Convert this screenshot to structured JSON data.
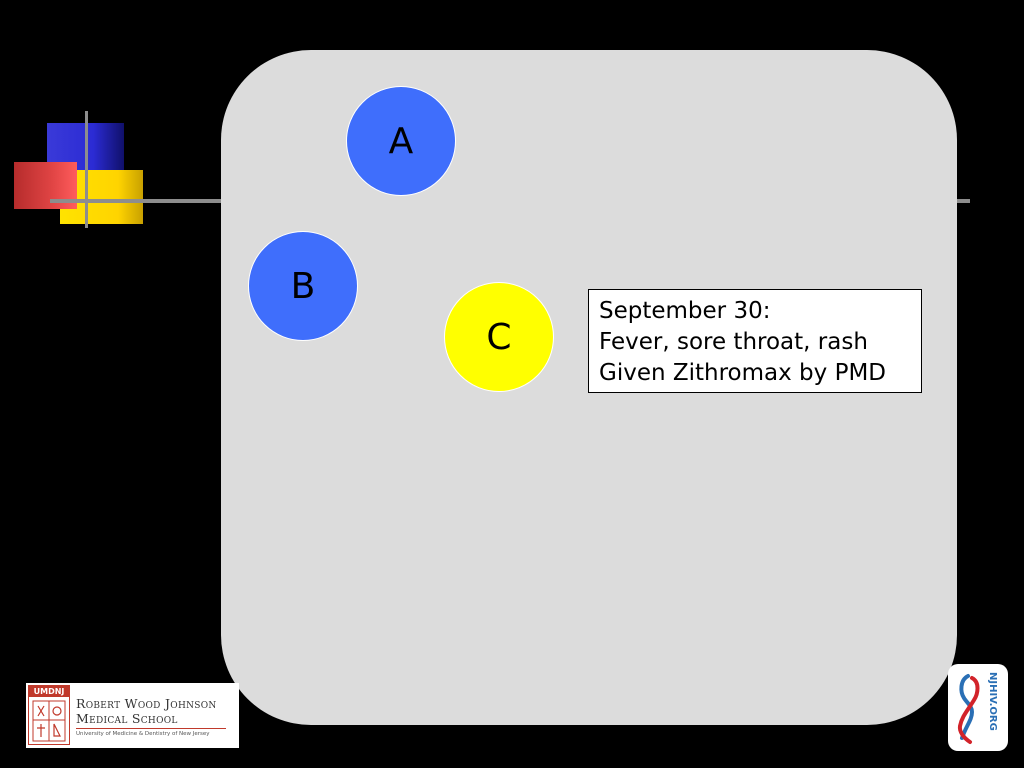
{
  "nodes": {
    "a": {
      "label": "A",
      "color": "#3f6efc"
    },
    "b": {
      "label": "B",
      "color": "#3f6efc"
    },
    "c": {
      "label": "C",
      "color": "#ffff00"
    }
  },
  "note": {
    "line1": "September 30:",
    "line2": "Fever, sore throat, rash",
    "line3": "Given Zithromax by PMD"
  },
  "logo_left": {
    "badge": "UMDNJ",
    "name_line1": "Robert Wood Johnson",
    "name_line2": "Medical School",
    "subtitle": "University of Medicine & Dentistry of New Jersey"
  },
  "logo_right": {
    "text": "NJHIV.ORG"
  },
  "colors": {
    "background": "#000000",
    "panel": "#dcdcdc",
    "accent_red": "#c0392b"
  },
  "icons": [
    "ribbon-icon",
    "crest-icon"
  ]
}
